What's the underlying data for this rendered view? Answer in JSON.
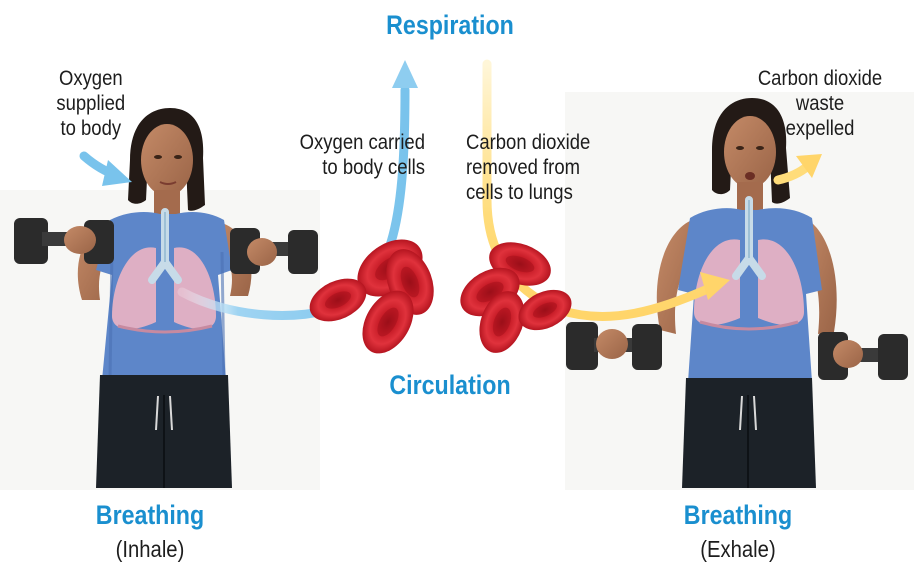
{
  "title_top": "Respiration",
  "title_middle": "Circulation",
  "inhale": {
    "label_lines": [
      "Oxygen",
      "supplied",
      "to body"
    ],
    "heading": "Breathing",
    "subheading": "(Inhale)"
  },
  "exhale": {
    "label_lines": [
      "Carbon dioxide",
      "waste",
      "expelled"
    ],
    "heading": "Breathing",
    "subheading": "(Exhale)"
  },
  "oxygen_transport": {
    "lines": [
      "Oxygen carried",
      "to body cells"
    ]
  },
  "co2_transport": {
    "lines": [
      "Carbon dioxide",
      "removed from",
      "cells to lungs"
    ]
  },
  "colors": {
    "title_blue": "#1a8fcf",
    "oxygen_arrow": "#79c3ec",
    "co2_arrow": "#ffdc7a",
    "blood_cell": "#d4202b",
    "shirt": "#5d86c9",
    "pants": "#1c2228",
    "lungs": "#e9b3c3"
  }
}
